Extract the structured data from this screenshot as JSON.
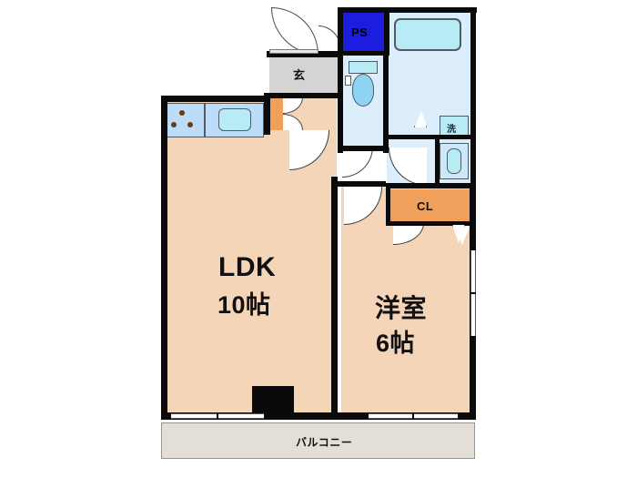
{
  "plan": {
    "type": "floor-plan",
    "unit_layout": "1LDK",
    "rooms": [
      {
        "id": "ldk",
        "label_line1": "LDK",
        "label_line2": "10帖",
        "fill": "#f4d5b7"
      },
      {
        "id": "washitsu",
        "label_line1": "洋室",
        "label_line2": "6帖",
        "fill": "#f4d5b7"
      },
      {
        "id": "balcony",
        "label_line1": "バルコニー",
        "label_line2": "",
        "fill": "#e3ded6"
      },
      {
        "id": "genkan",
        "label_line1": "玄",
        "label_line2": "",
        "fill": "#d4d4d4"
      },
      {
        "id": "closet",
        "label_line1": "CL",
        "label_line2": "",
        "fill": "#f0a05a"
      },
      {
        "id": "pipeshaft",
        "label_line1": "PS",
        "label_line2": "",
        "fill": "#1d1de0"
      },
      {
        "id": "laundry",
        "label_line1": "洗",
        "label_line2": "",
        "fill": "#b7ecf7"
      }
    ],
    "labels": {
      "ldk": "LDK",
      "ldk_size": "10帖",
      "bedroom": "洋室",
      "bedroom_size": "6帖",
      "balcony": "バルコニー",
      "genkan": "玄",
      "closet": "CL",
      "pipe_shaft": "PS",
      "laundry": "洗"
    },
    "colors": {
      "wall": "#0a0a0a",
      "floor": "#f4d5b7",
      "wet_area": "#dceefb",
      "balcony": "#e3ded6",
      "genkan": "#d4d4d4",
      "closet": "#f0a05a",
      "pipe_shaft": "#1d1de0",
      "fixture": "#bcdcf7",
      "tub": "#b7ecf7",
      "background": "#ffffff"
    },
    "fixtures": [
      {
        "name": "stove-3-burner"
      },
      {
        "name": "kitchen-sink"
      },
      {
        "name": "bathtub"
      },
      {
        "name": "toilet"
      },
      {
        "name": "washing-machine"
      },
      {
        "name": "wash-basin"
      },
      {
        "name": "pillar"
      }
    ]
  }
}
